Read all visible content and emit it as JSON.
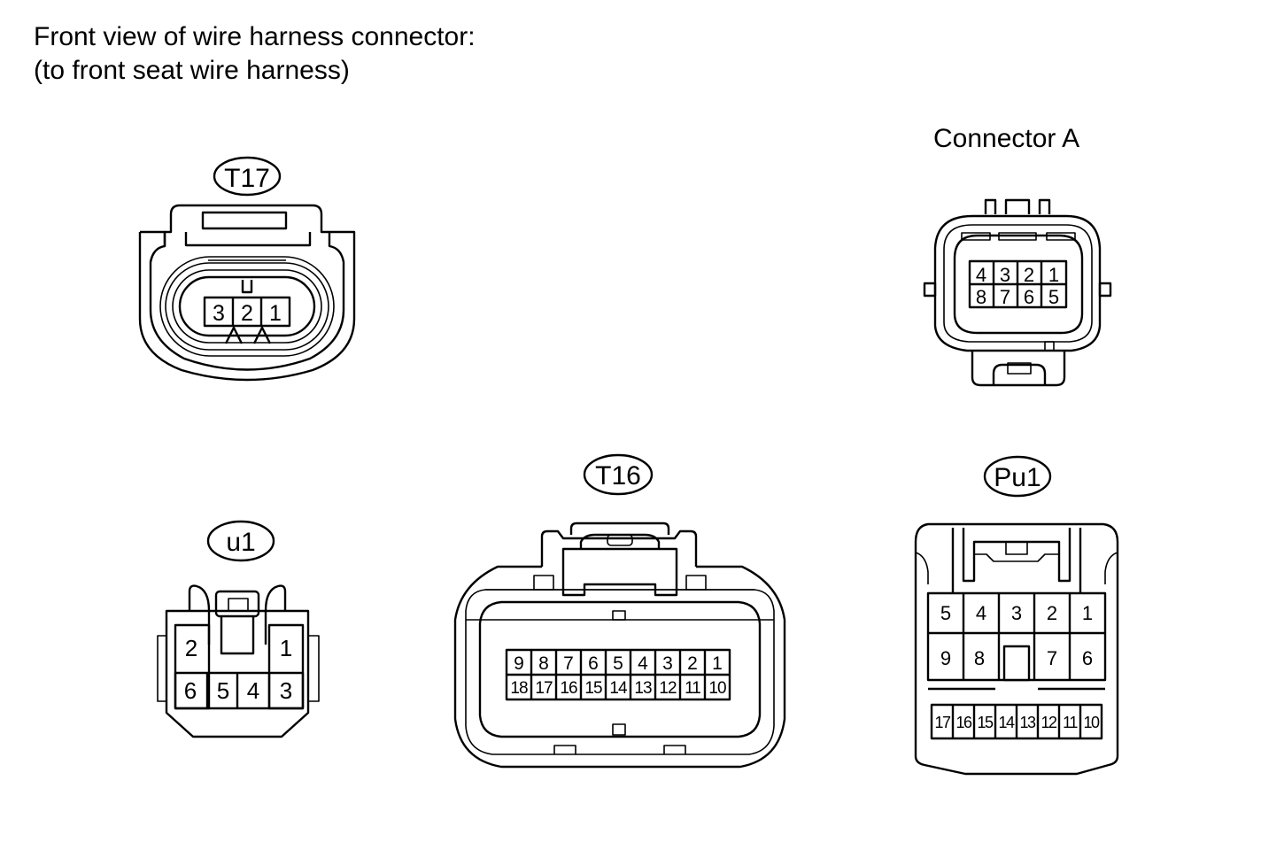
{
  "header": {
    "line1": "Front view of wire harness connector:",
    "line2": "(to front seat wire harness)"
  },
  "connectors": {
    "t17": {
      "label": "T17",
      "pins": [
        "3",
        "2",
        "1"
      ]
    },
    "connector_a": {
      "title": "Connector A",
      "pins_top": [
        "4",
        "3",
        "2",
        "1"
      ],
      "pins_bottom": [
        "8",
        "7",
        "6",
        "5"
      ]
    },
    "u1": {
      "label": "u1",
      "pins_top": [
        "2",
        "1"
      ],
      "pins_bottom": [
        "6",
        "5",
        "4",
        "3"
      ]
    },
    "t16": {
      "label": "T16",
      "pins_top": [
        "9",
        "8",
        "7",
        "6",
        "5",
        "4",
        "3",
        "2",
        "1"
      ],
      "pins_bottom": [
        "18",
        "17",
        "16",
        "15",
        "14",
        "13",
        "12",
        "11",
        "10"
      ]
    },
    "pu1": {
      "label": "Pu1",
      "pins_row1": [
        "5",
        "4",
        "3",
        "2",
        "1"
      ],
      "pins_row2": [
        "9",
        "8",
        "7",
        "6"
      ],
      "pins_row3": [
        "17",
        "16",
        "15",
        "14",
        "13",
        "12",
        "11",
        "10"
      ]
    }
  }
}
